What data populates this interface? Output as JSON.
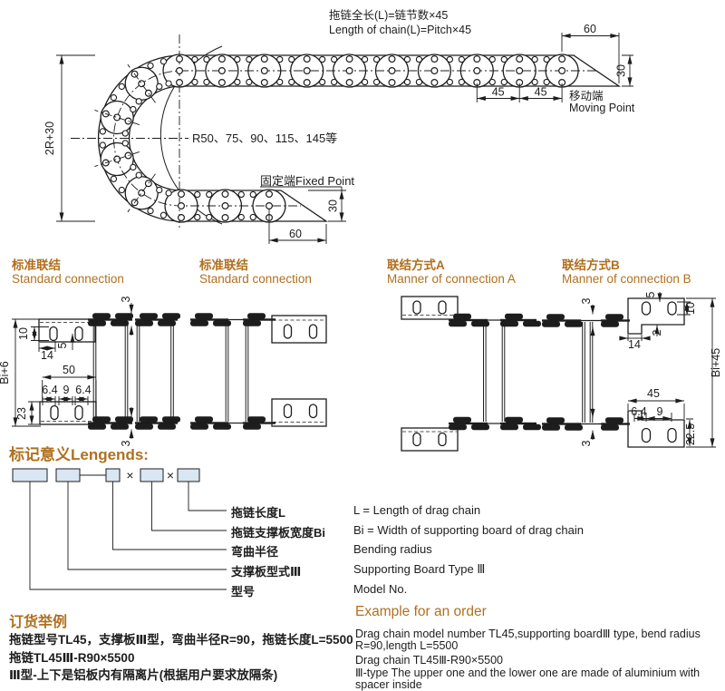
{
  "colors": {
    "accent": "#b0701f",
    "line": "#1d1d1d",
    "legend_box_fill": "#d9e6f3"
  },
  "top_diagram": {
    "title_cn": "拖链全长(L)=链节数×45",
    "title_en": "Length of chain(L)=Pitch×45",
    "dim_60_top": "60",
    "dim_30_right": "30",
    "dim_45_a": "45",
    "dim_45_b": "45",
    "moving_cn": "移动端",
    "moving_en": "Moving Point",
    "dim_2r30": "2R+30",
    "radius_note": "R50、75、90、115、145等",
    "fixed_label": "固定端Fixed Point",
    "dim_30_fixed": "30",
    "dim_60_fixed": "60"
  },
  "sections": [
    {
      "cn": "标准联结",
      "en": "Standard connection"
    },
    {
      "cn": "标准联结",
      "en": "Standard connection"
    },
    {
      "cn": "联结方式A",
      "en": "Manner of connection A"
    },
    {
      "cn": "联结方式B",
      "en": "Manner of connection B"
    }
  ],
  "drawing1": {
    "d3t": "3",
    "d10": "10",
    "d14": "14",
    "d5": "5",
    "dbi6": "Bi+6",
    "d50": "50",
    "d64a": "6.4",
    "d9": "9",
    "d64b": "6.4",
    "d23": "23",
    "d3b": "3"
  },
  "drawing4": {
    "d3t": "3",
    "d5": "5",
    "d10": "10",
    "d14": "14",
    "d2": "2",
    "dbi45": "Bi+45",
    "d45": "45",
    "d64": "6.4",
    "d9": "9",
    "d225": "22.5",
    "d3b": "3"
  },
  "legend": {
    "heading": "标记意义Lengends:",
    "multiply": "×",
    "items_cn": [
      "拖链长度L",
      "拖链支撑板宽度Bi",
      "弯曲半径",
      "支撑板型式Ⅲ",
      "型号"
    ],
    "items_en": [
      "L = Length of drag chain",
      "Bi = Width of supporting board of drag chain",
      "Bending radius",
      "Supporting Board Type Ⅲ",
      "Model No."
    ]
  },
  "order": {
    "heading_cn": "订货举例",
    "heading_en": "Example for an order",
    "cn_lines": [
      "拖链型号TL45，支撑板Ⅲ型，弯曲半径R=90，拖链长度L=5500",
      "拖链TL45Ⅲ-R90×5500",
      "Ⅲ型-上下是铝板内有隔离片(根据用户要求放隔条)"
    ],
    "en_lines": [
      "Drag chain model number TL45,supporting boardⅢ type, bend radius",
      "R=90,length L=5500",
      "Drag chain TL45Ⅲ-R90×5500",
      "Ⅲ-type The upper one and the lower one are made of aluminium with",
      "spacer inside"
    ]
  }
}
